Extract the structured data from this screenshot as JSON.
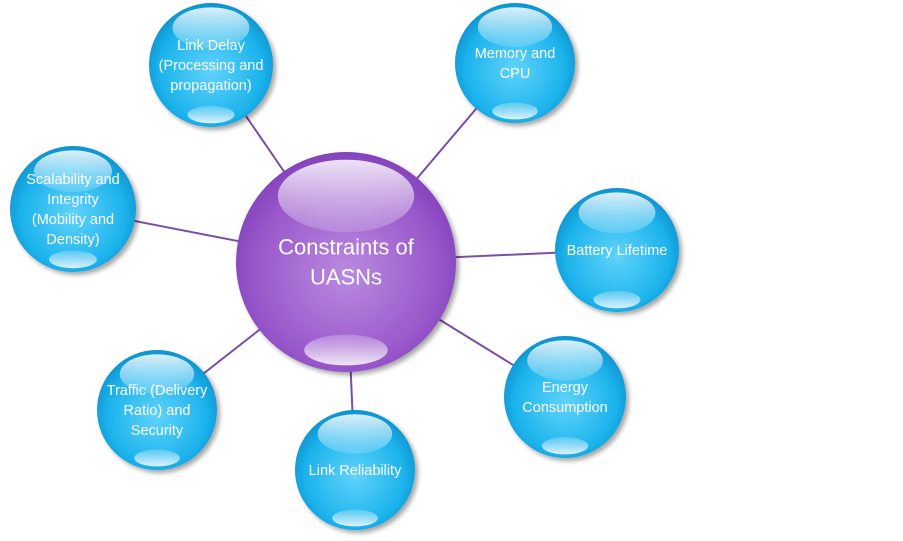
{
  "diagram": {
    "colors": {
      "center": "#9b55c8",
      "node": "#1ab4ec",
      "connector": "#7a4ea3"
    },
    "center": {
      "lines": [
        "Constraints of",
        "UASNs"
      ]
    },
    "nodes": [
      {
        "id": "link-delay",
        "lines": [
          "Link Delay",
          "(Processing and",
          "propagation)"
        ]
      },
      {
        "id": "memory-cpu",
        "lines": [
          "Memory and",
          "CPU"
        ]
      },
      {
        "id": "scalability",
        "lines": [
          "Scalability and",
          "Integrity",
          "(Mobility and",
          "Density)"
        ]
      },
      {
        "id": "battery",
        "lines": [
          "Battery Lifetime"
        ]
      },
      {
        "id": "energy",
        "lines": [
          "Energy",
          "Consumption"
        ]
      },
      {
        "id": "link-reliability",
        "lines": [
          "Link Reliability"
        ]
      },
      {
        "id": "traffic",
        "lines": [
          "Traffic (Delivery",
          "Ratio) and",
          "Security"
        ]
      }
    ]
  }
}
